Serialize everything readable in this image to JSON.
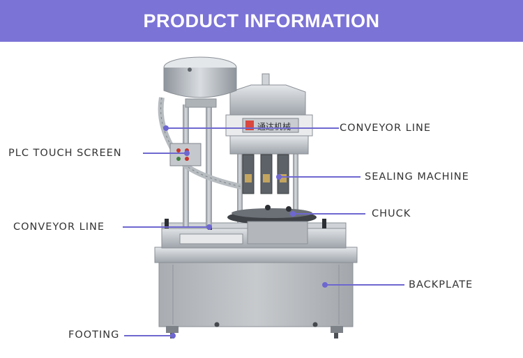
{
  "header": {
    "title": "PRODUCT INFORMATION"
  },
  "colors": {
    "banner": "#7b73d6",
    "leader": "#6e67d0",
    "steel": "#b9bec4"
  },
  "labels": {
    "conveyor_line_top": "CONVEYOR LINE",
    "plc_touch_screen": "PLC TOUCH SCREEN",
    "sealing_machine": "SEALING MACHINE",
    "chuck": "CHUCK",
    "conveyor_line_left": "CONVEYOR LINE",
    "backplate": "BACKPLATE",
    "footing": "FOOTING"
  },
  "machine": {
    "nameplate_text": "通达机械"
  }
}
